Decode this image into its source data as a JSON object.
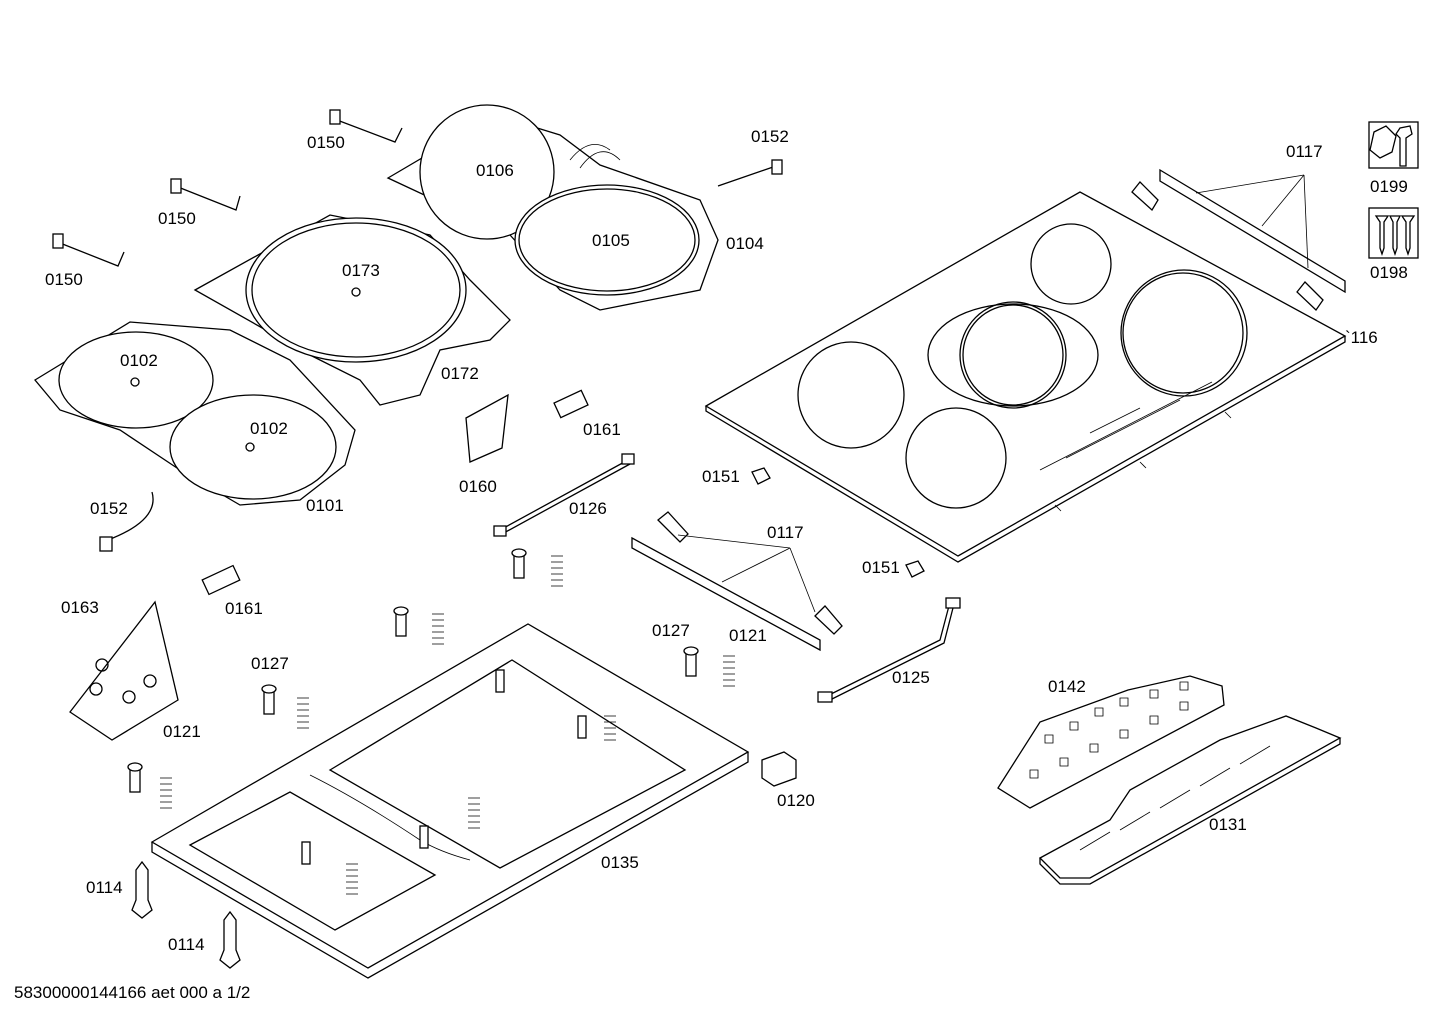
{
  "labels": {
    "p0150a": "0150",
    "p0150b": "0150",
    "p0150c": "0150",
    "p0152a": "0152",
    "p0152b": "0152",
    "p0106": "0106",
    "p0105": "0105",
    "p0104": "0104",
    "p0173": "0173",
    "p0172": "0172",
    "p0102a": "0102",
    "p0102b": "0102",
    "p0101": "0101",
    "p0160": "0160",
    "p0161a": "0161",
    "p0161b": "0161",
    "p0126": "0126",
    "p0125": "0125",
    "p0117a": "0117",
    "p0117b": "0117",
    "p0151a": "0151",
    "p0151b": "0151",
    "p0116": "`116",
    "p0199": "0199",
    "p0198": "0198",
    "p0163": "0163",
    "p0127a": "0127",
    "p0127b": "0127",
    "p0121a": "0121",
    "p0121b": "0121",
    "p0120": "0120",
    "p0135": "0135",
    "p0114a": "0114",
    "p0114b": "0114",
    "p0142": "0142",
    "p0131": "0131"
  },
  "footer": "58300000144166 aet 000 a 1/2"
}
